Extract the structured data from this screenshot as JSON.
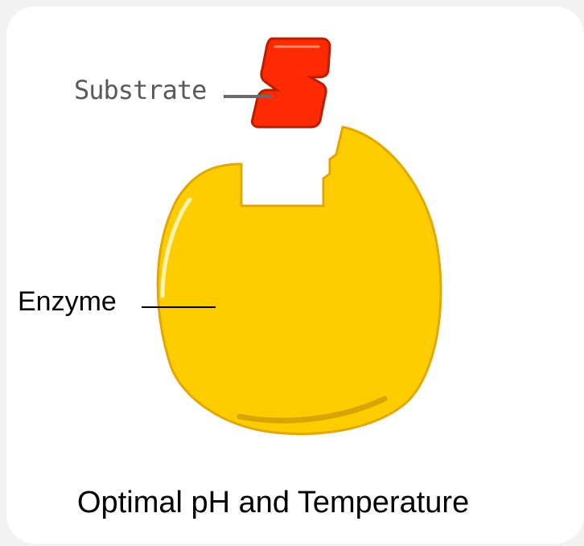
{
  "labels": {
    "substrate": "Substrate",
    "enzyme": "Enzyme"
  },
  "caption": "Optimal pH and Temperature",
  "colors": {
    "enzyme_fill": "#FFCC00",
    "enzyme_outline": "#E0A800",
    "substrate_fill": "#FF2A00",
    "substrate_outline": "#B81E00",
    "card_background": "#FFFFFF",
    "page_background": "#F2F2F2"
  }
}
